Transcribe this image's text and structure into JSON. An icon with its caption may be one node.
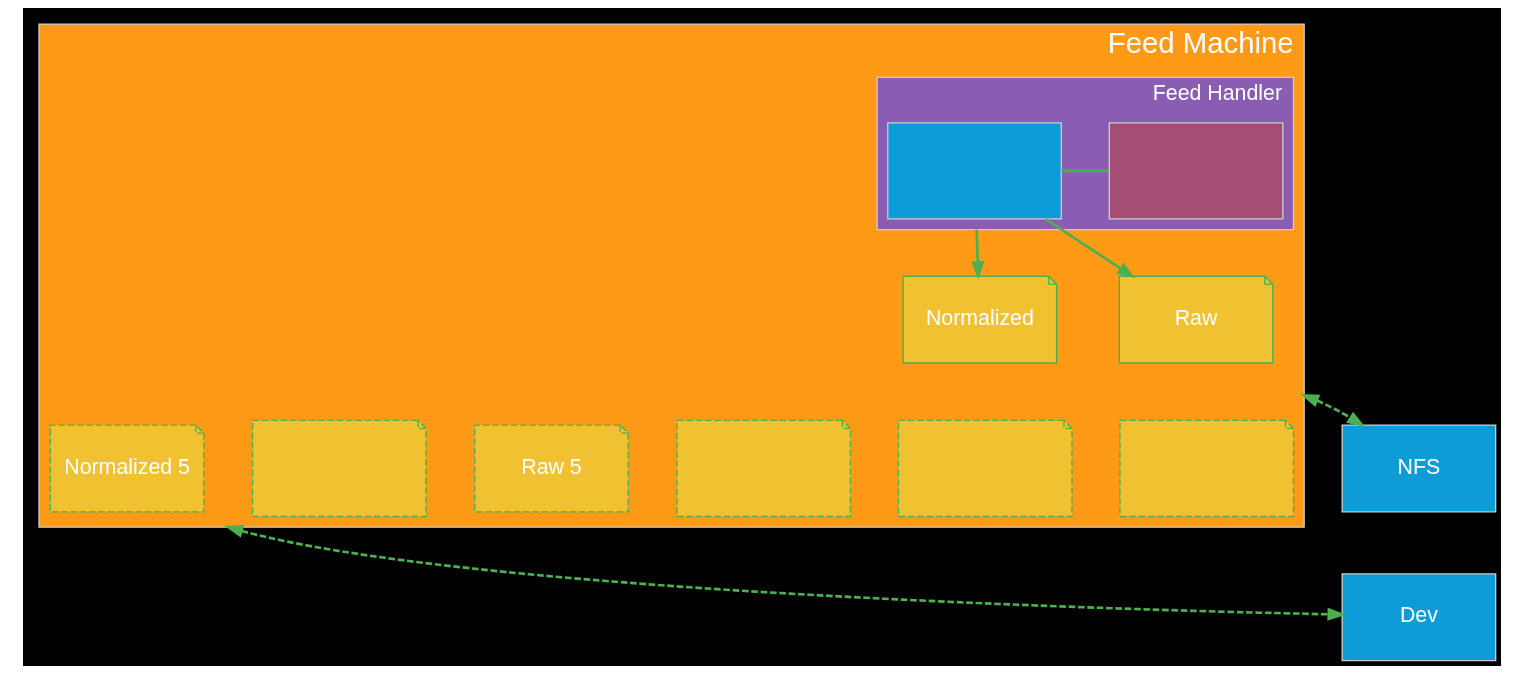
{
  "diagram": {
    "nodes": [
      {
        "text": [
          "Feed Machine"
        ]
      },
      {
        "text": [
          "Feed Handler"
        ],
        "in": 0
      },
      {
        "text": [],
        "shape": "box",
        "in": 1
      },
      {
        "text": [],
        "shape": "box",
        "in": 1
      },
      {
        "text": [
          "Raw"
        ],
        "in": 0
      },
      {
        "text": [
          "Normalized"
        ],
        "in": 0
      },
      {
        "text": [],
        "shape": "box",
        "in": 0
      },
      {
        "text": [],
        "shape": "box",
        "in": 0
      },
      {
        "text": [
          "Raw 5"
        ],
        "in": 0
      },
      {
        "text": [],
        "shape": "box",
        "in": 0
      },
      {
        "text": [],
        "shape": "box",
        "in": 0
      },
      {
        "text": [
          "Normalized 5"
        ],
        "in": 0
      },
      {
        "text": [
          "NFS"
        ]
      },
      {
        "text": [
          "Dev"
        ]
      }
    ],
    "edges": [
      {
        "from": 3,
        "to": 2,
        "arrow": "none"
      },
      {
        "from": 2,
        "to": 4,
        "arrow": "to"
      },
      {
        "from": 1,
        "to": 5,
        "arrow": "to"
      },
      {
        "from": 0,
        "to": 12,
        "arrow": "both",
        "style": "dashed"
      },
      {
        "from": 0,
        "to": 13,
        "arrow": "both",
        "style": "dashed"
      }
    ]
  }
}
